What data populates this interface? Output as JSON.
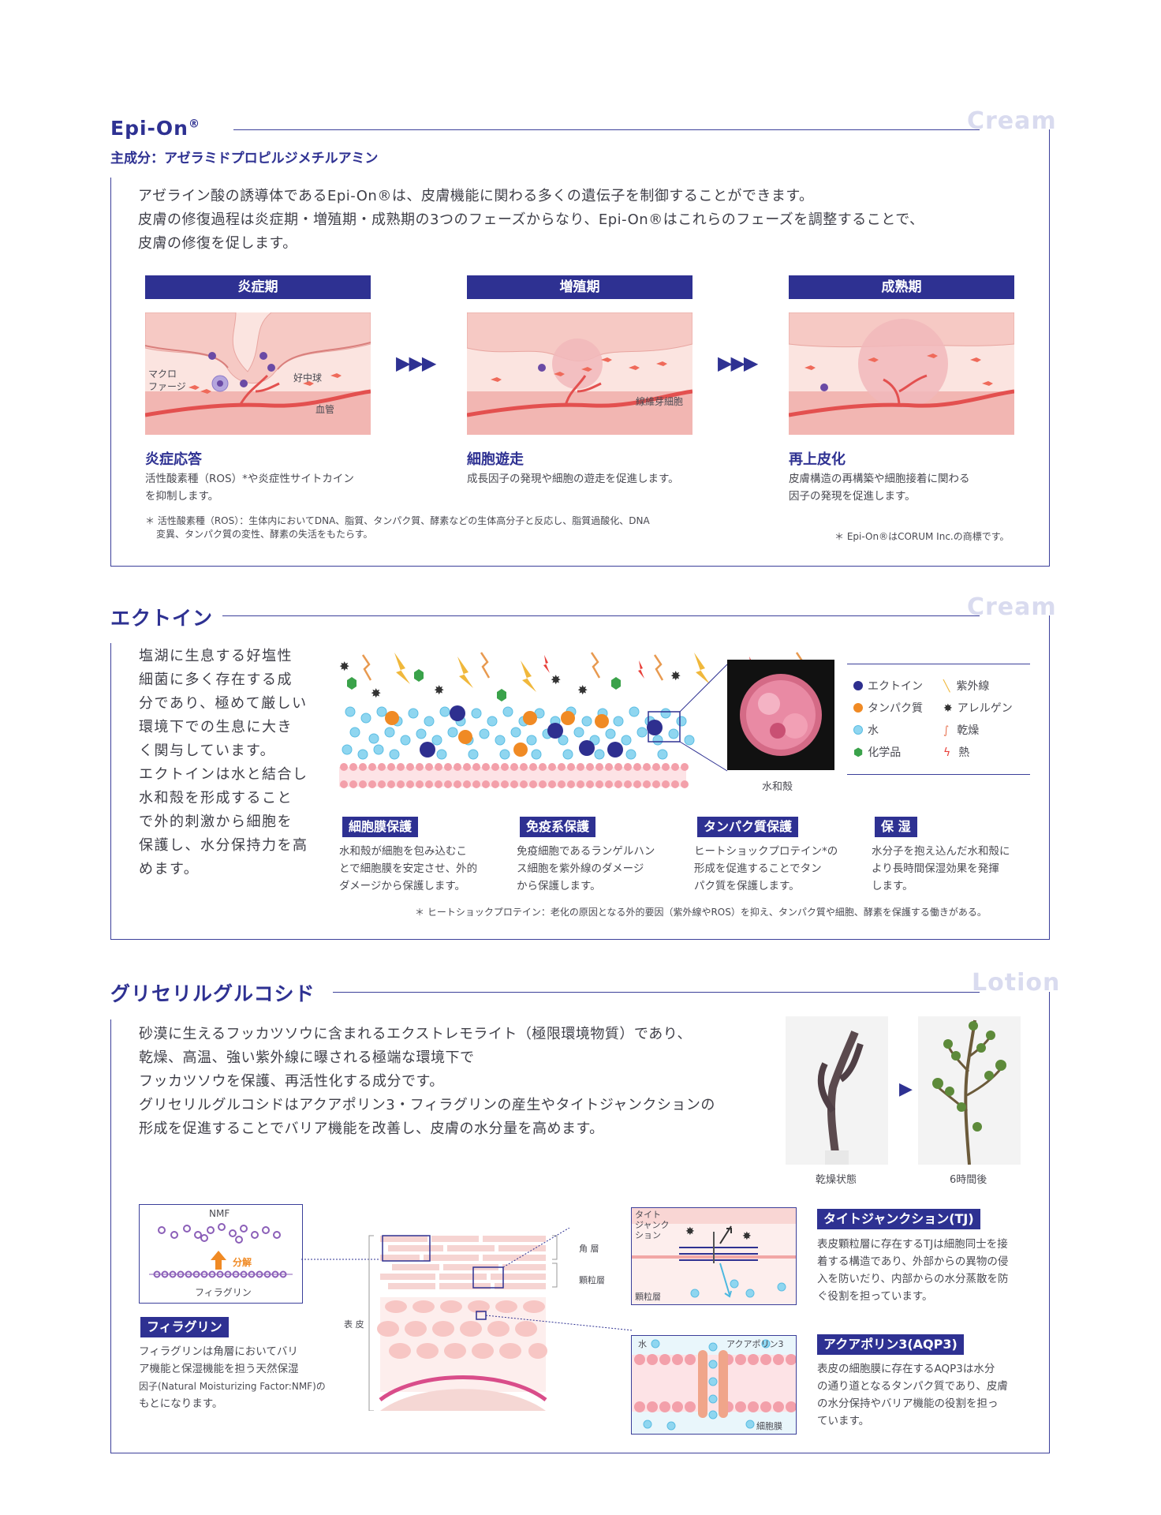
{
  "section1": {
    "title": "Epi-On",
    "reg": "®",
    "subtitle": "主成分：アゼラミドプロピルジメチルアミン",
    "watermark": "Cream",
    "intro": [
      "アゼライン酸の誘導体であるEpi-On®は、皮膚機能に関わる多くの遺伝子を制御することができます。",
      "皮膚の修復過程は炎症期・増殖期・成熟期の3つのフェーズからなり、Epi-On®はこれらのフェーズを調整することで、",
      "皮膚の修復を促します。"
    ],
    "phases": [
      {
        "label": "炎症期",
        "head": "炎症応答",
        "desc1": "活性酸素種（ROS）*や炎症性サイトカイン",
        "desc2": "を抑制します。"
      },
      {
        "label": "増殖期",
        "head": "細胞遊走",
        "desc1": "成長因子の発現や細胞の遊走を促進します。",
        "desc2": ""
      },
      {
        "label": "成熟期",
        "head": "再上皮化",
        "desc1": "皮膚構造の再構築や細胞接着に関わる",
        "desc2": "因子の発現を促進します。"
      }
    ],
    "labels": {
      "macrophage1": "マクロ",
      "macrophage2": "ファージ",
      "neutrophil": "好中球",
      "vessel": "血管",
      "fibroblast": "線維芽細胞"
    },
    "note1a": "＊ 活性酸素種（ROS）：生体内においてDNA、脂質、タンパク質、酵素などの生体高分子と反応し、脂質過酸化、DNA",
    "note1b": "変異、タンパク質の変性、酵素の失活をもたらす。",
    "note2": "＊ Epi-On®はCORUM Inc.の商標です。",
    "colors": {
      "accent": "#2e3192",
      "skin": "#f4c6c2",
      "vessel": "#e3504f"
    }
  },
  "section2": {
    "title": "エクトイン",
    "watermark": "Cream",
    "intro": [
      "塩湖に生息する好塩性",
      "細菌に多く存在する成",
      "分であり、極めて厳しい",
      "環境下での生息に大き",
      "く関与しています。",
      "エクトインは水と結合し",
      "水和殻を形成すること",
      "で外的刺激から細胞を",
      "保護し、水分保持力を高",
      "めます。"
    ],
    "hydration_label": "水和殻",
    "legend": [
      {
        "label": "エクトイン",
        "color": "#2e2f8f"
      },
      {
        "label": "タンパク質",
        "color": "#f08a24"
      },
      {
        "label": "水",
        "color": "#7fd0ee"
      },
      {
        "label": "化学品",
        "color": "#3aa24a"
      },
      {
        "label": "紫外線",
        "color": "#f0b83c"
      },
      {
        "label": "アレルゲン",
        "color": "#333333"
      },
      {
        "label": "乾燥",
        "color": "#e87a5a"
      },
      {
        "label": "熱",
        "color": "#e8403a"
      }
    ],
    "benefits": [
      {
        "tag": "細胞膜保護",
        "lines": [
          "水和殻が細胞を包み込むこ",
          "とで細胞膜を安定させ、外的",
          "ダメージから保護します。"
        ]
      },
      {
        "tag": "免疫系保護",
        "lines": [
          "免疫細胞であるランゲルハン",
          "ス細胞を紫外線のダメージ",
          "から保護します。"
        ]
      },
      {
        "tag": "タンパク質保護",
        "lines": [
          "ヒートショックプロテイン*の",
          "形成を促進することでタン",
          "パク質を保護します。"
        ]
      },
      {
        "tag": "保 湿",
        "lines": [
          "水分子を抱え込んだ水和殻に",
          "より長時間保湿効果を発揮",
          "します。"
        ]
      }
    ],
    "note": "＊ ヒートショックプロテイン：老化の原因となる外的要因（紫外線やROS）を抑え、タンパク質や細胞、酵素を保護する働きがある。"
  },
  "section3": {
    "title": "グリセリルグルコシド",
    "watermark": "Lotion",
    "intro": [
      "砂漠に生えるフッカツソウに含まれるエクストレモライト（極限環境物質）であり、",
      "乾燥、高温、強い紫外線に曝される極端な環境下で",
      "フッカツソウを保護、再活性化する成分です。",
      "グリセリルグルコシドはアクアポリン3・フィラグリンの産生やタイトジャンクションの",
      "形成を促進することでバリア機能を改善し、皮膚の水分量を高めます。"
    ],
    "photo_labels": [
      "乾燥状態",
      "6時間後"
    ],
    "nmf": {
      "top": "NMF",
      "arrow": "分解",
      "bottom": "フィラグリン"
    },
    "skin_labels": {
      "horny": "角 層",
      "granular": "顆粒層",
      "epidermis": "表 皮"
    },
    "tj_labels": {
      "tj1": "タイト",
      "tj2": "ジャンク",
      "tj3": "ション",
      "granular": "顆粒層"
    },
    "aqp_labels": {
      "water": "水",
      "aqp": "アクアポリン3",
      "membrane": "細胞膜"
    },
    "filaggrin": {
      "tag": "フィラグリン",
      "lines": [
        "フィラグリンは角層においてバリ",
        "ア機能と保湿機能を担う天然保湿",
        "因子(Natural Moisturizing Factor:NMF)の",
        "もとになります。"
      ]
    },
    "tj": {
      "tag": "タイトジャンクション(TJ)",
      "lines": [
        "表皮顆粒層に存在するTJは細胞同士を接",
        "着する構造であり、外部からの異物の侵",
        "入を防いだり、内部からの水分蒸散を防",
        "ぐ役割を担っています。"
      ]
    },
    "aqp": {
      "tag": "アクアポリン3(AQP3)",
      "lines": [
        "表皮の細胞膜に存在するAQP3は水分",
        "の通り道となるタンパク質であり、皮膚",
        "の水分保持やバリア機能の役割を担っ",
        "ています。"
      ]
    }
  }
}
